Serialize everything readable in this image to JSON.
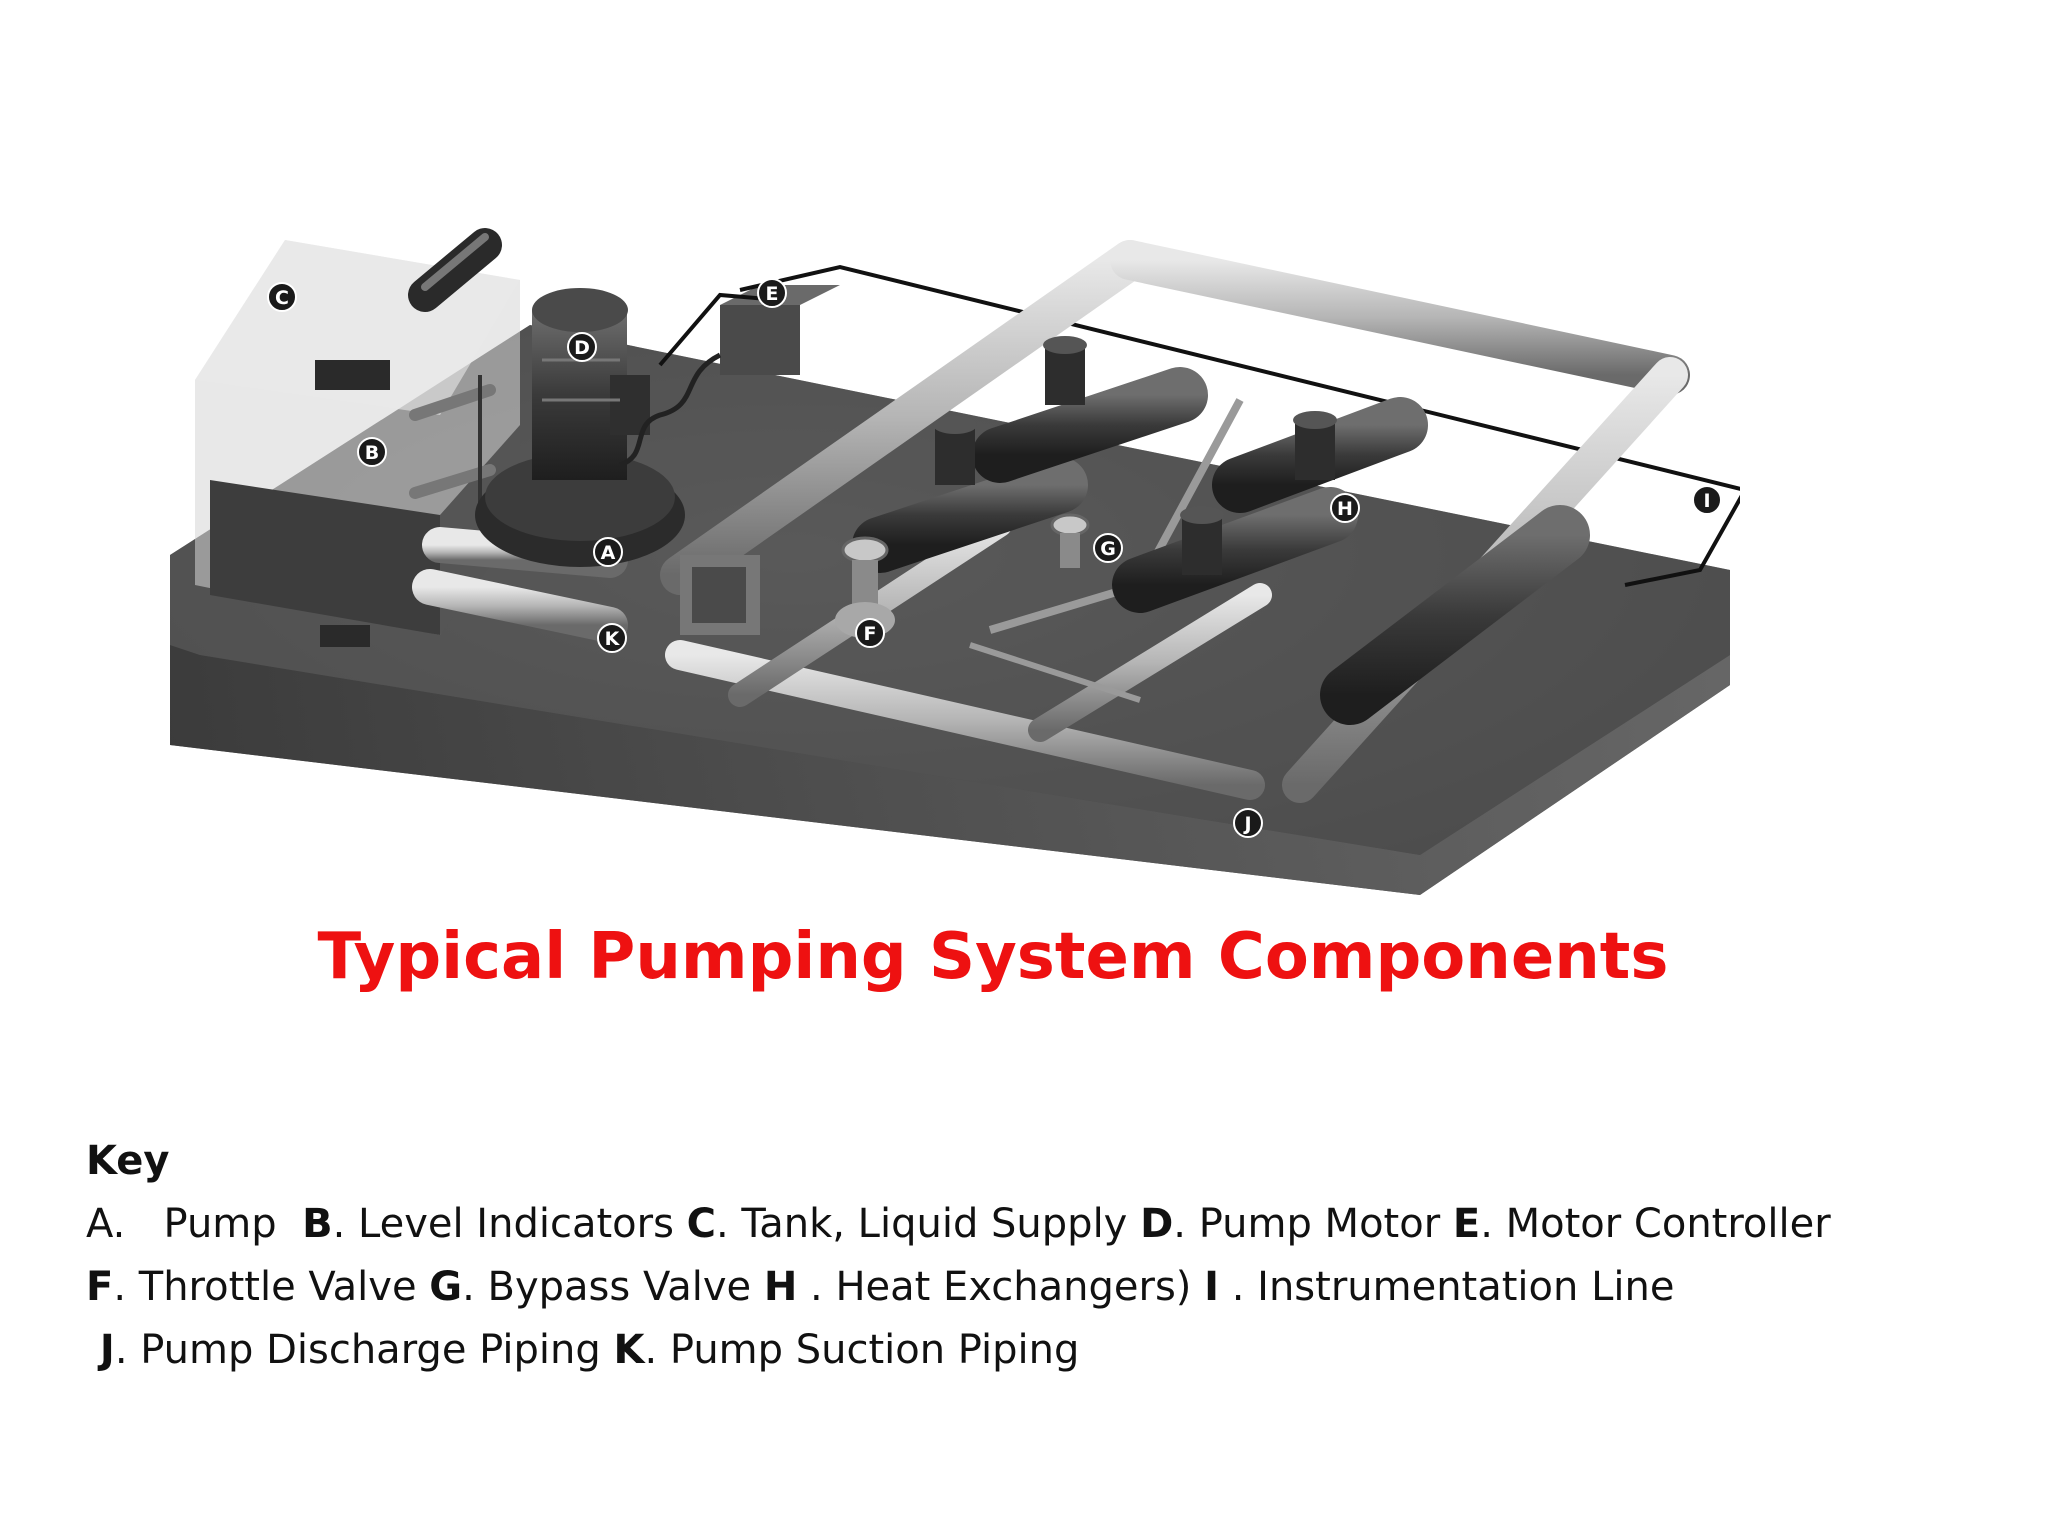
{
  "figure": {
    "callouts": [
      "C",
      "E",
      "D",
      "B",
      "A",
      "K",
      "F",
      "G",
      "H",
      "I",
      "J"
    ]
  },
  "title": "Typical Pumping System Components",
  "key": {
    "heading": "Key",
    "lines": [
      [
        {
          "t": "A.   Pump  ",
          "b": false
        },
        {
          "t": "B",
          "b": true
        },
        {
          "t": ". Level Indicators ",
          "b": false
        },
        {
          "t": "C",
          "b": true
        },
        {
          "t": ". Tank, Liquid Supply ",
          "b": false
        },
        {
          "t": "D",
          "b": true
        },
        {
          "t": ". Pump Motor ",
          "b": false
        },
        {
          "t": "E",
          "b": true
        },
        {
          "t": ". Motor Controller",
          "b": false
        }
      ],
      [
        {
          "t": "F",
          "b": true
        },
        {
          "t": ". Throttle Valve ",
          "b": false
        },
        {
          "t": "G",
          "b": true
        },
        {
          "t": ". Bypass Valve ",
          "b": false
        },
        {
          "t": "H",
          "b": true
        },
        {
          "t": " . Heat Exchangers) ",
          "b": false
        },
        {
          "t": "I",
          "b": true
        },
        {
          "t": " . Instrumentation Line",
          "b": false
        }
      ],
      [
        {
          "t": " J",
          "b": true
        },
        {
          "t": ". Pump Discharge Piping ",
          "b": false
        },
        {
          "t": "K",
          "b": true
        },
        {
          "t": ". Pump Suction Piping",
          "b": false
        }
      ]
    ]
  }
}
